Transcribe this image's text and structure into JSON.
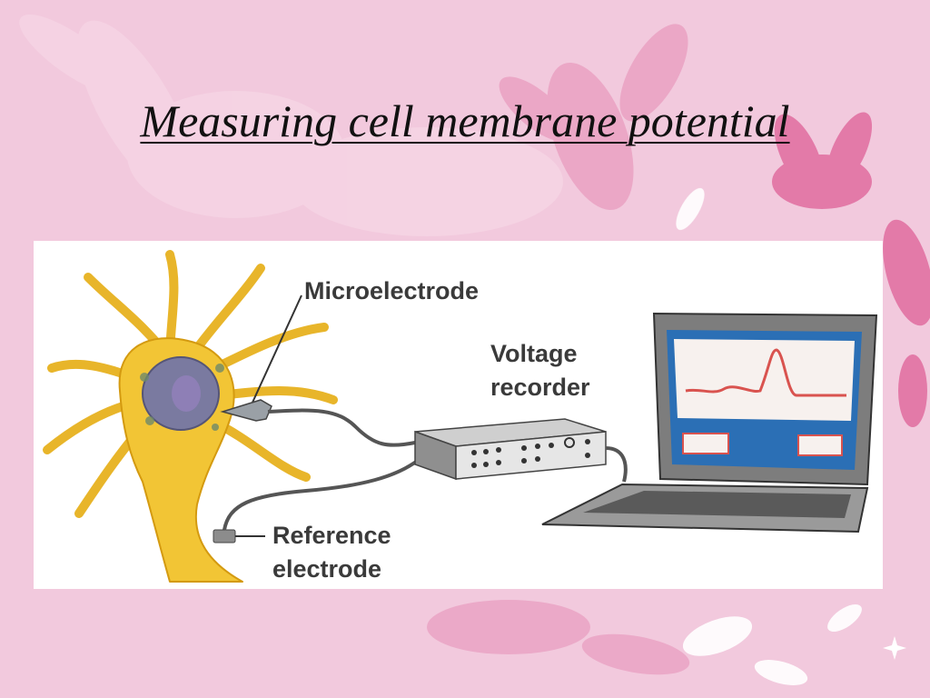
{
  "slide": {
    "title": "Measuring cell membrane potential"
  },
  "diagram": {
    "labels": {
      "microelectrode": "Microelectrode",
      "voltage_recorder_line1": "Voltage",
      "voltage_recorder_line2": "recorder",
      "reference_electrode_line1": "Reference",
      "reference_electrode_line2": "electrode"
    }
  },
  "colors": {
    "background": "#f2c9dd",
    "flower_accent": "#e37aa8",
    "neuron_fill": "#f2c535",
    "nucleus": "#7a7aa0",
    "screen_border": "#2b6fb5",
    "trace": "#d9534f"
  }
}
